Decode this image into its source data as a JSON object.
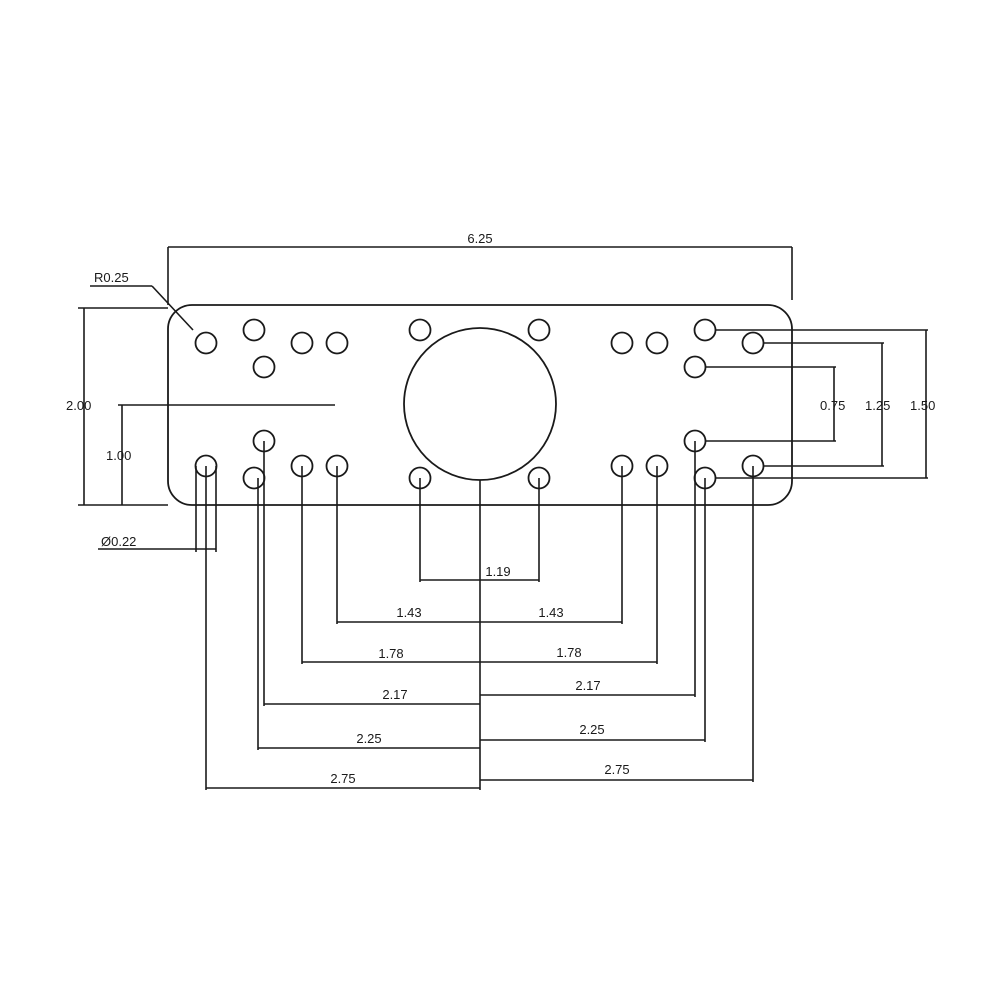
{
  "dimensions": {
    "overall_width": "6.25",
    "corner_radius": "R0.25",
    "overall_height": "2.00",
    "centerline_height": "1.00",
    "hole_diameter": "Ø0.22",
    "spacing_0_75": "0.75",
    "spacing_1_25": "1.25",
    "spacing_1_50": "1.50",
    "spacing_1_19": "1.19",
    "left_1_43": "1.43",
    "right_1_43": "1.43",
    "left_1_78": "1.78",
    "right_1_78": "1.78",
    "left_2_17": "2.17",
    "right_2_17": "2.17",
    "left_2_25": "2.25",
    "right_2_25": "2.25",
    "left_2_75": "2.75",
    "right_2_75": "2.75"
  }
}
